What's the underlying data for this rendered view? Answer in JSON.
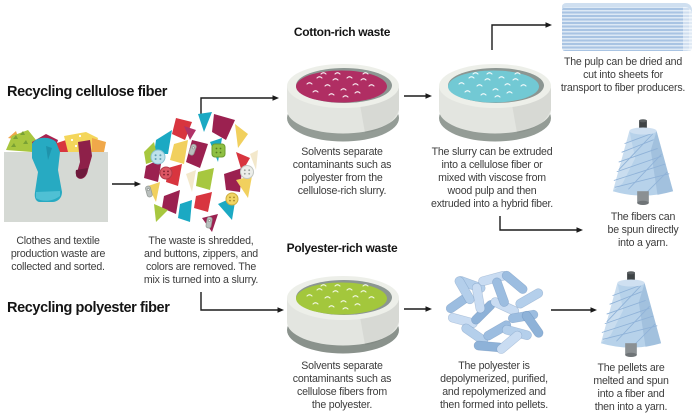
{
  "diagram": {
    "title_cellulose": "Recycling cellulose fiber",
    "title_polyester": "Recycling polyester fiber",
    "labels": {
      "cotton": "Cotton-rich waste",
      "polyester": "Polyester-rich waste"
    },
    "captions": {
      "collect": "Clothes and textile\nproduction waste are\ncollected and sorted.",
      "shred": "The waste is shredded,\nand buttons, zippers, and\ncolors are removed. The\nmix is turned into a slurry.",
      "cotton_solvents": "Solvents separate\ncontaminants such as\npolyester from the\ncellulose-rich slurry.",
      "extrude": "The slurry can be extruded\ninto a cellulose fiber or\nmixed with viscose from\nwood pulp and then\nextruded into a hybrid fiber.",
      "pulp": "The pulp can be dried and\ncut into sheets for\ntransport to fiber producers.",
      "fibers_spun": "The fibers can\nbe spun directly\ninto a yarn.",
      "poly_solvents": "Solvents separate\ncontaminants such as\ncellulose fibers from\nthe polyester.",
      "depolymerize": "The polyester is\ndepolymerized, purified,\nand repolymerized and\nthen formed into pellets.",
      "pellets_melted": "The pellets are\nmelted and spun\ninto a fiber and\nthen into a yarn."
    },
    "colors": {
      "cotton_slurry": "#b02e63",
      "cellulose_slurry": "#72c9d4",
      "polyester_slurry": "#a3c73c",
      "recycled_blue": "#b7d2ea",
      "arrow": "#1b1b1b"
    }
  }
}
